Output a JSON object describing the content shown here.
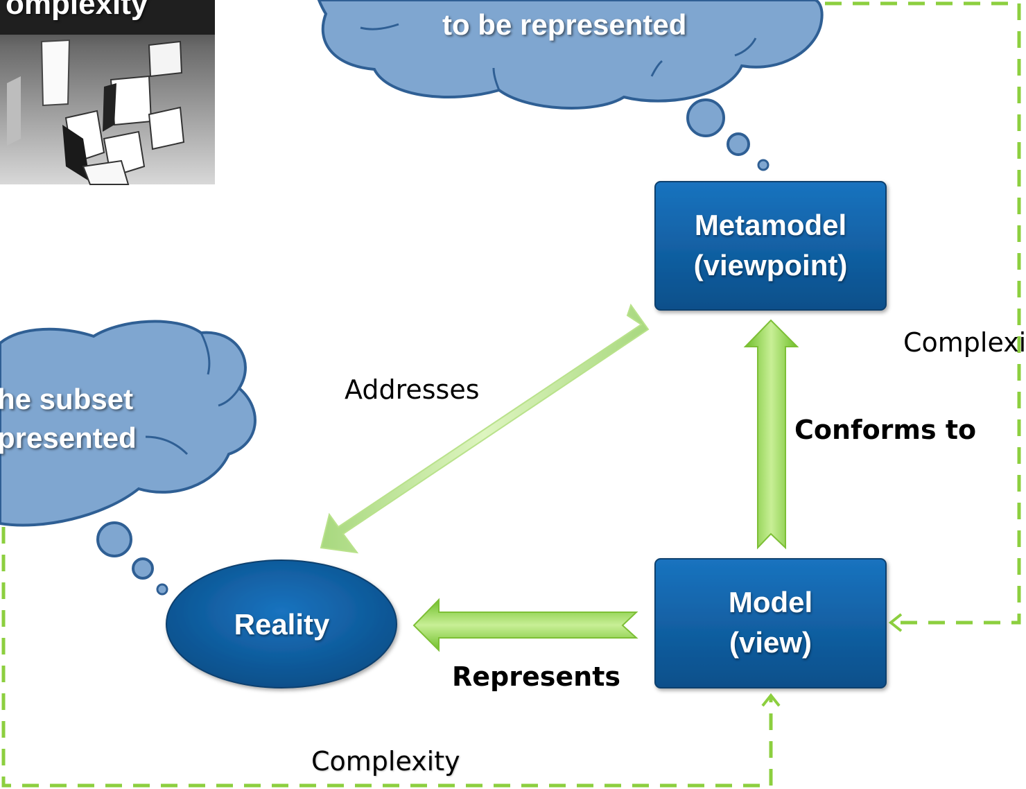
{
  "image_panel": {
    "caption": "omplexity"
  },
  "cloud_top": {
    "line1": "to be represented"
  },
  "cloud_left": {
    "line1": "he subset",
    "line2": "presented"
  },
  "nodes": {
    "metamodel": {
      "line1": "Metamodel",
      "line2": "(viewpoint)"
    },
    "model": {
      "line1": "Model",
      "line2": "(view)"
    },
    "reality": {
      "label": "Reality"
    }
  },
  "edges": {
    "addresses": "Addresses",
    "conforms_to": "Conforms to",
    "represents": "Represents",
    "complexity_right": "Complexi",
    "complexity_bottom": "Complexity"
  },
  "colors": {
    "box_fill": "#0d5fa3",
    "cloud_fill": "#7fa6d0",
    "arrow_green": "#8ccf3f",
    "dashed_green": "#8ccf3f"
  }
}
